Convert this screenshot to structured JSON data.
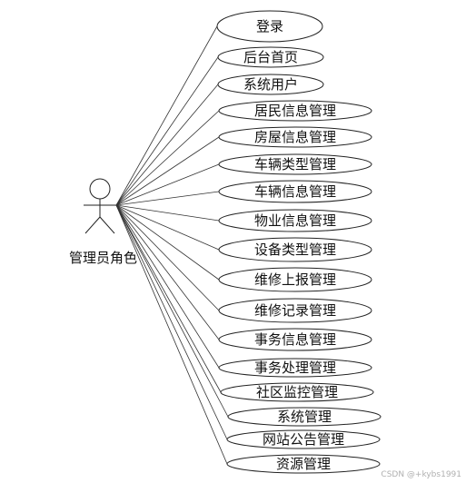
{
  "actor": {
    "label": "管理员角色"
  },
  "use_cases": [
    "登录",
    "后台首页",
    "系统用户",
    "居民信息管理",
    "房屋信息管理",
    "车辆类型管理",
    "车辆信息管理",
    "物业信息管理",
    "设备类型管理",
    "维修上报管理",
    "维修记录管理",
    "事务信息管理",
    "事务处理管理",
    "社区监控管理",
    "系统管理",
    "网站公告管理",
    "资源管理"
  ],
  "watermark": "CSDN @+kybs1991"
}
